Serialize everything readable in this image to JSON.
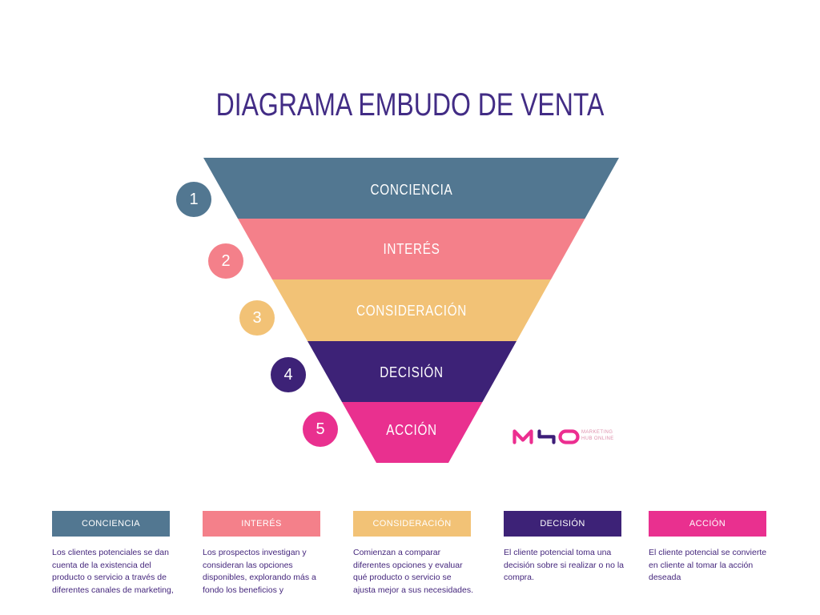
{
  "title": "DIAGRAMA EMBUDO DE VENTA",
  "colors": {
    "title_text": "#422C85",
    "description_text": "#44267C",
    "stage_label_text": "#FFFFFF",
    "background": "#FFFFFF"
  },
  "stages": [
    {
      "number": "1",
      "label": "CONCIENCIA",
      "color": "#527791",
      "description": [
        " Los clientes potenciales se dan",
        "cuenta de la existencia del",
        "producto o servicio a través de",
        "diferentes canales de marketing,"
      ]
    },
    {
      "number": "2",
      "label": "INTERÉS",
      "color": "#F4808A",
      "description": [
        "Los prospectos investigan y",
        "consideran las opciones",
        "disponibles, explorando más a",
        "fondo los beneficios y"
      ]
    },
    {
      "number": "3",
      "label": "CONSIDERACIÓN",
      "color": "#F2C276",
      "description": [
        "Comienzan a comparar",
        "diferentes opciones y evaluar",
        "qué producto o servicio se",
        "ajusta mejor a sus necesidades."
      ]
    },
    {
      "number": "4",
      "label": "DECISIÓN",
      "color": "#3D2277",
      "description": [
        "El cliente potencial toma una",
        "decisión sobre si realizar o no la",
        "compra."
      ]
    },
    {
      "number": "5",
      "label": "ACCIÓN",
      "color": "#E9308F",
      "description": [
        "El cliente potencial se convierte",
        "en cliente al tomar la acción",
        "deseada"
      ]
    }
  ],
  "logo": {
    "name": "MHO",
    "m_color": "#EC2E90",
    "h_color": "#3D1D78",
    "o_color": "#EC2E90",
    "tagline_line1": "MARKETING",
    "tagline_line2": "HUB ONLINE",
    "tagline_color": "#DE90AC"
  }
}
